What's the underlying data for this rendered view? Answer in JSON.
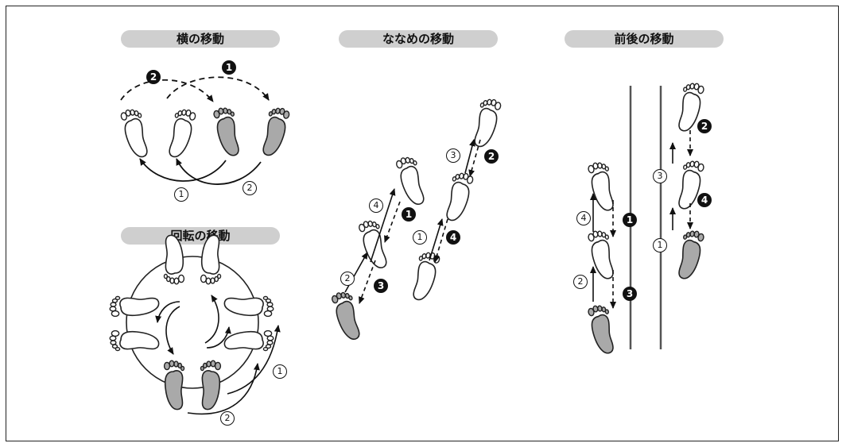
{
  "sections": {
    "lateral": {
      "title": "横の移動"
    },
    "diagonal": {
      "title": "ななめの移動"
    },
    "forward_back": {
      "title": "前後の移動"
    },
    "rotation": {
      "title": "回転の移動"
    }
  },
  "markers": {
    "one": "1",
    "two": "2",
    "three": "3",
    "four": "4"
  },
  "colors": {
    "stroke": "#222222",
    "foot_white": "#ffffff",
    "foot_gray": "#a9a9a9",
    "pill": "#cfcfcf"
  }
}
